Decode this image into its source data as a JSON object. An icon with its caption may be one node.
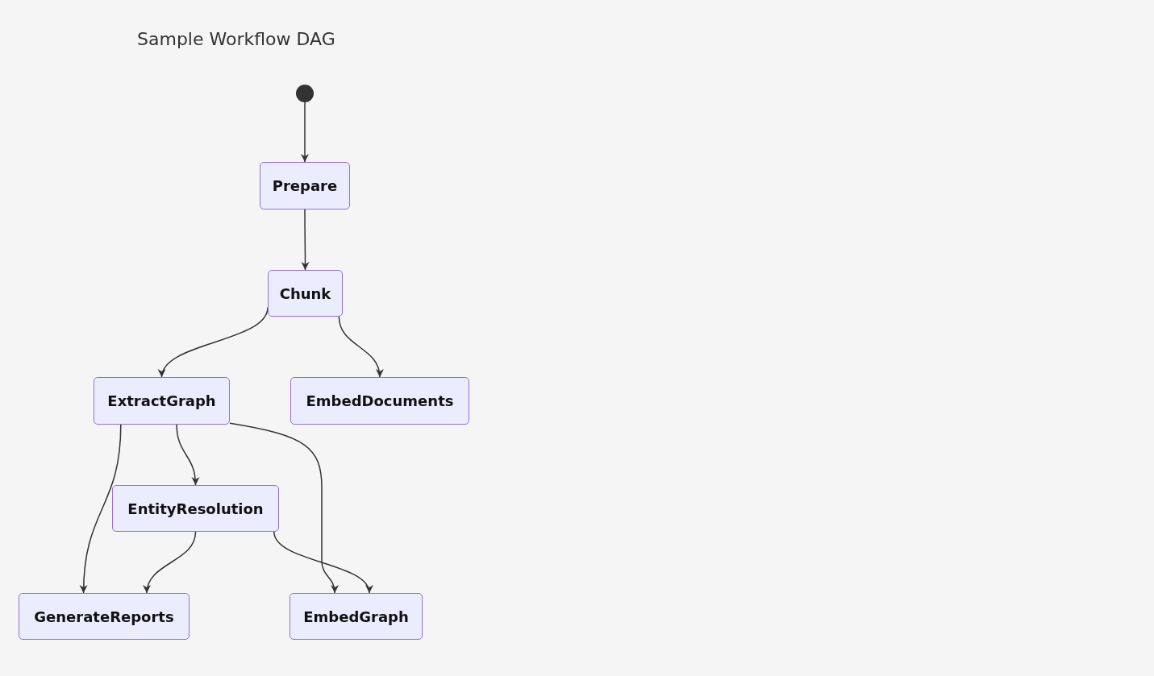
{
  "diagram": {
    "title": "Sample Workflow DAG",
    "nodes": [
      {
        "text": [],
        "shape": "circle"
      },
      {
        "text": [
          "Prepare"
        ]
      },
      {
        "text": [
          "Chunk"
        ]
      },
      {
        "text": [
          "ExtractGraph"
        ]
      },
      {
        "text": [
          "EmbedDocuments"
        ]
      },
      {
        "text": [
          "EntityResolution"
        ]
      },
      {
        "text": [
          "GenerateReports"
        ]
      },
      {
        "text": [
          "EmbedGraph"
        ]
      }
    ],
    "edges": [
      {
        "from": 0,
        "to": 1,
        "arrow": "to"
      },
      {
        "from": 1,
        "to": 2,
        "arrow": "to"
      },
      {
        "from": 2,
        "to": 3,
        "arrow": "to"
      },
      {
        "from": 2,
        "to": 4,
        "arrow": "to"
      },
      {
        "from": 3,
        "to": 6,
        "arrow": "to"
      },
      {
        "from": 3,
        "to": 5,
        "arrow": "to"
      },
      {
        "from": 3,
        "to": 7,
        "arrow": "to"
      },
      {
        "from": 5,
        "to": 6,
        "arrow": "to"
      },
      {
        "from": 5,
        "to": 7,
        "arrow": "to"
      }
    ]
  }
}
